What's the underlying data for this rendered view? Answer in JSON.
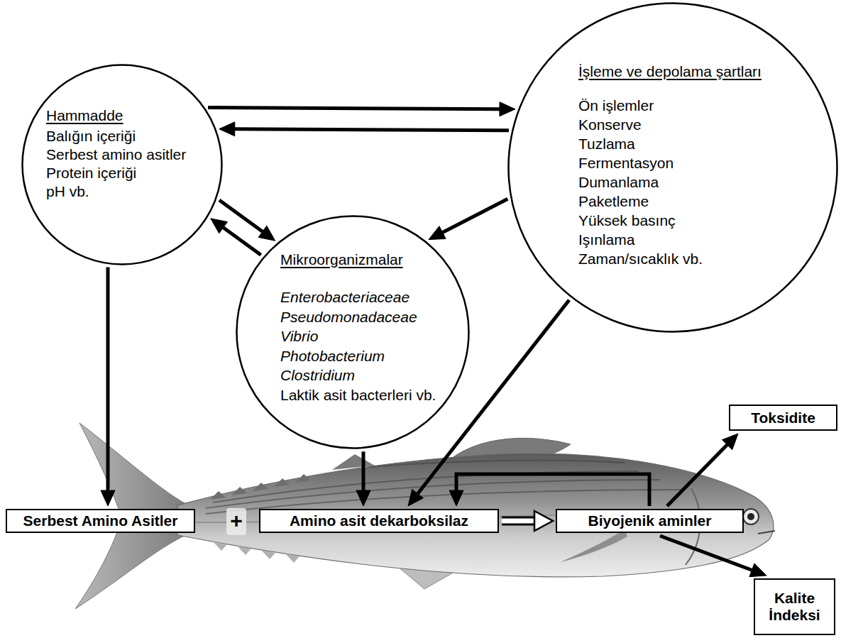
{
  "diagram": {
    "nodes": [
      {
        "text": [
          "Hammadde",
          "Balığın içeriği",
          "Serbest amino asitler",
          "Protein içeriği",
          "pH vb."
        ]
      },
      {
        "text": [
          "İşleme ve depolama şartları",
          "Ön işlemler",
          "Konserve",
          "Tuzlama",
          "Fermentasyon",
          "Dumanlama",
          "Paketleme",
          "Yüksek basınç",
          "Işınlama",
          "Zaman/sıcaklık vb."
        ]
      },
      {
        "text": [
          "Mikroorganizmalar",
          "Enterobacteriaceae",
          "Pseudomonadaceae",
          "Vibrio",
          "Photobacterium",
          "Clostridium",
          "Laktik asit bacterleri vb."
        ]
      },
      {
        "text": [
          "Toksidite"
        ]
      },
      {
        "text": [
          "Serbest Amino Asitler"
        ]
      },
      {
        "text": [
          "Amino asit dekarboksilaz"
        ]
      },
      {
        "text": [
          "Biyojenik aminler"
        ]
      },
      {
        "text": [
          "Kalite İndeksi"
        ]
      }
    ],
    "edges": [
      {
        "from": 0,
        "to": 1,
        "arrow": "to"
      },
      {
        "from": 1,
        "to": 0,
        "arrow": "to"
      },
      {
        "from": 0,
        "to": 2,
        "arrow": "to"
      },
      {
        "from": 2,
        "to": 0,
        "arrow": "to"
      },
      {
        "from": 1,
        "to": 2,
        "arrow": "to"
      },
      {
        "from": 0,
        "to": 4,
        "arrow": "to"
      },
      {
        "from": 2,
        "to": 5,
        "arrow": "to"
      },
      {
        "from": 1,
        "to": 5,
        "arrow": "to"
      },
      {
        "from": 6,
        "to": 5,
        "arrow": "to"
      },
      {
        "from": 5,
        "to": 6,
        "arrow": "to"
      },
      {
        "from": 6,
        "to": 3,
        "arrow": "to"
      },
      {
        "from": 6,
        "to": 7,
        "arrow": "to"
      }
    ],
    "labels": [
      "+"
    ]
  }
}
